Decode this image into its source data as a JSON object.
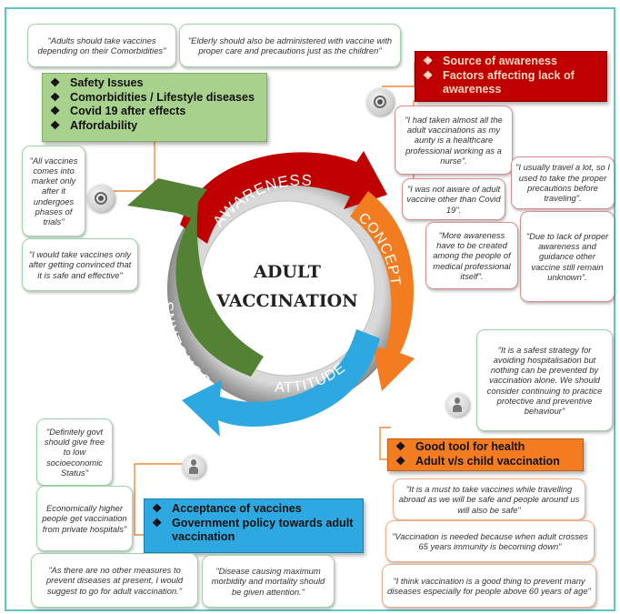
{
  "center": {
    "line1": "ADULT",
    "line2": "VACCINATION"
  },
  "arrows": {
    "awareness": "AWARENESS",
    "concept": "CONCEPT",
    "attitude": "ATTITUDE",
    "concerns": "CONCERNS"
  },
  "colors": {
    "awareness": "#c00000",
    "concept": "#f47c20",
    "attitude": "#2ea8e0",
    "concerns": "#548235",
    "frame": "#5fc6bf"
  },
  "boxes": {
    "concerns": [
      "Safety Issues",
      "Comorbidities / Lifestyle diseases",
      "Covid 19 after effects",
      "Affordability"
    ],
    "awareness": [
      "Source of awareness",
      "Factors affecting lack of awareness"
    ],
    "concept": [
      "Good tool for health",
      "Adult v/s child vaccination"
    ],
    "attitude": [
      "Acceptance of vaccines",
      "Government policy towards adult vaccination"
    ]
  },
  "quotes": {
    "comorbidities": "\"Adults should take vaccines depending on their Comorbidities\"",
    "elderly": "\"Elderly should also be administered with vaccine with proper care and precautions just as the children\"",
    "market": "\"All vaccines comes into market only after it undergoes phases of trials\"",
    "convinced": "\"I would take vaccines only after getting convinced that it is safe and effective\"",
    "aunty": "\"I had taken almost all the adult vaccinations as my aunty is a healthcare professional working as a nurse\".",
    "travel": "\"I usually travel a lot, so I used to take the proper precautions before traveling\".",
    "covid": "\"I was not aware of adult vaccine other than Covid 19\".",
    "more_awareness": "\"More awareness have to be created among the people of medical professional itself\".",
    "lack_guidance": "\"Due to lack of proper awareness and guidance other vaccine still remain unknown\".",
    "safest": "\"It is a safest strategy for avoiding hospitalisation but nothing can be prevented by vaccination alone. We should consider continuing to practice protective and preventive behaviour\"",
    "govt_free": "\"Definitely govt should give free to low socioeconomic Status\"",
    "economically": "Economically higher people get vaccination from private hospitals\"",
    "no_other": "\"As there are no other measures to prevent diseases at present, I would suggest to go for adult vaccination.\"",
    "maximum": "\"Disease causing maximum morbidity and mortality should be given attention.\"",
    "abroad": "\"It is a must to take vaccines while travelling abroad as we will be safe and people around us will also be safe\"",
    "crosses65": "\"Vaccination is needed because when adult crosses 65 years immunity is becoming down\"",
    "above60": "\"I think vaccination is a good thing to prevent many diseases especially for people above 60 years of age\""
  }
}
